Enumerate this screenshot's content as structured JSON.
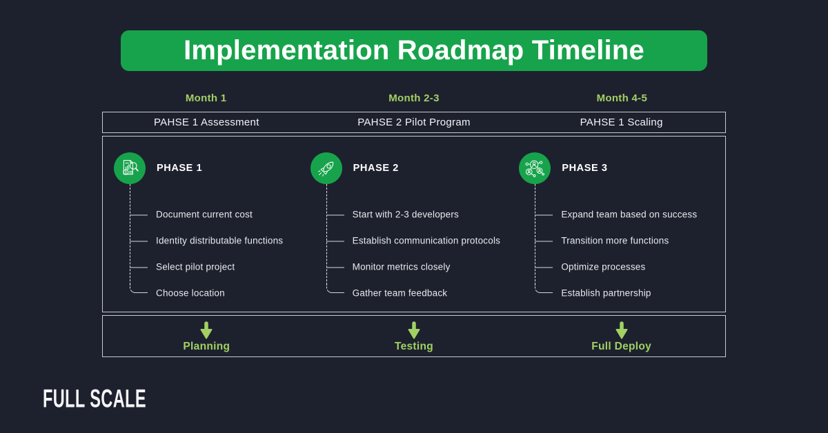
{
  "title": "Implementation Roadmap Timeline",
  "brand": "FULL SCALE",
  "colors": {
    "background": "#1D212E",
    "accent_green": "#17A34B",
    "light_green": "#A3D063",
    "text_white": "#FFFFFF"
  },
  "columns": [
    {
      "month": "Month 1",
      "header": "PAHSE 1 Assessment",
      "phase_label": "PHASE 1",
      "icon": "cost-assessment-icon",
      "items": [
        "Document current cost",
        "Identity distributable functions",
        "Select pilot project",
        "Choose location"
      ],
      "outcome": "Planning"
    },
    {
      "month": "Month 2-3",
      "header": "PAHSE 2 Pilot Program",
      "phase_label": "PHASE 2",
      "icon": "rocket-icon",
      "items": [
        "Start with 2-3 developers",
        "Establish communication protocols",
        "Monitor metrics closely",
        "Gather team feedback"
      ],
      "outcome": "Testing"
    },
    {
      "month": "Month 4-5",
      "header": "PAHSE 1 Scaling",
      "phase_label": "PHASE 3",
      "icon": "team-network-icon",
      "items": [
        "Expand team based on success",
        "Transition more functions",
        "Optimize processes",
        "Establish partnership"
      ],
      "outcome": "Full Deploy"
    }
  ]
}
